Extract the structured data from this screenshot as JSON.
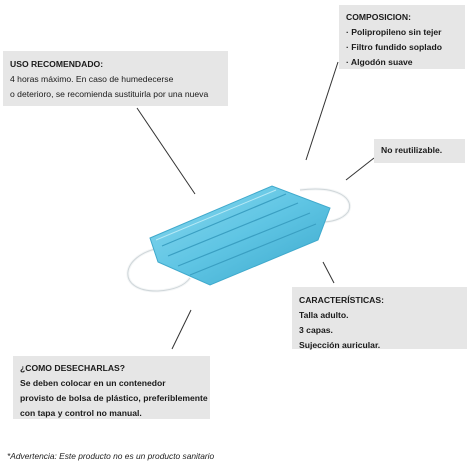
{
  "uso": {
    "title": "USO RECOMENDADO:",
    "lines": [
      "4 horas máximo. En caso de humedecerse",
      "o deterioro, se recomienda sustituirla por una nueva"
    ]
  },
  "composicion": {
    "title": "COMPOSICION:",
    "items": [
      "· Polipropileno sin tejer",
      "· Filtro fundido soplado",
      "· Algodón suave"
    ]
  },
  "no_reutilizable": "No reutilizable.",
  "caracteristicas": {
    "title": "CARACTERÍSTICAS:",
    "items": [
      "Talla adulto.",
      "3 capas.",
      "Sujección auricular."
    ]
  },
  "desecharlas": {
    "title": "¿COMO DESECHARLAS?",
    "lines": [
      "Se deben colocar en un contenedor",
      "provisto de bolsa de plástico, preferiblemente",
      "con tapa y control no manual."
    ]
  },
  "footer": "*Advertencia: Este producto no es un producto sanitario",
  "colors": {
    "mask_main": "#5fc5e4",
    "mask_dark": "#3fa9cc",
    "mask_light": "#9fdff0",
    "box_bg": "#e6e6e6"
  }
}
